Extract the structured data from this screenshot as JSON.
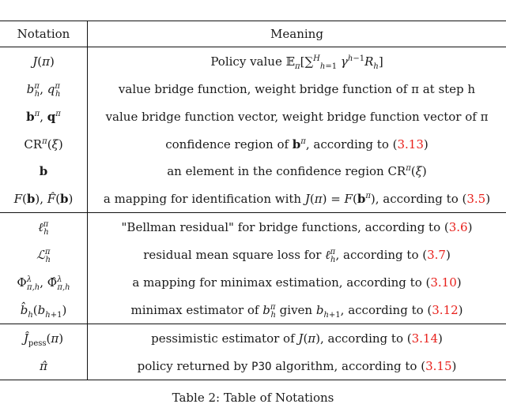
{
  "figure_caption_top": "",
  "table": {
    "headers": {
      "notation": "Notation",
      "meaning": "Meaning"
    },
    "rows": [
      {
        "notation": "J(π)",
        "meaning_pre": "Policy value 𝔼",
        "meaning_sub": "π",
        "meaning_post": "[∑",
        "meaning_extra": "γ^{h−1}R_h]",
        "ref": ""
      },
      {
        "notation": "b_h^π, q_h^π",
        "meaning_pre": "value bridge function, weight bridge function of π at step h",
        "ref": ""
      },
      {
        "notation": "b^π, q^π",
        "meaning_pre": "value bridge function vector, weight bridge function vector of π",
        "ref": ""
      },
      {
        "notation": "CR^π(ξ)",
        "meaning_pre": "confidence region of b^π, according to (",
        "ref": "3.13",
        "meaning_post": ")"
      },
      {
        "notation": "b",
        "meaning_pre": "an element in the confidence region CR^π(ξ)",
        "ref": ""
      },
      {
        "notation": "F(b), F̂(b)",
        "meaning_pre": "a mapping for identification with J(π) = F(b^π), according to (",
        "ref": "3.5",
        "meaning_post": ")"
      },
      {
        "notation": "ℓ_h^π",
        "meaning_pre": "\"Bellman residual\" for bridge functions, according to (",
        "ref": "3.6",
        "meaning_post": ")"
      },
      {
        "notation": "ℒ_h^π",
        "meaning_pre": "residual mean square loss for ℓ_h^π, according to (",
        "ref": "3.7",
        "meaning_post": ")"
      },
      {
        "notation": "Φ^λ_{π,h}, Φ̂^λ_{π,h}",
        "meaning_pre": "a mapping for minimax estimation, according to (",
        "ref": "3.10",
        "meaning_post": ")"
      },
      {
        "notation": "b̂_h(b_{h+1})",
        "meaning_pre": "minimax estimator of b_h^π given b_{h+1}, according to (",
        "ref": "3.12",
        "meaning_post": ")"
      },
      {
        "notation": "Ĵ_pess(π)",
        "meaning_pre": "pessimistic estimator of J(π), according to (",
        "ref": "3.14",
        "meaning_post": ")"
      },
      {
        "notation": "π̂",
        "meaning_pre": "policy returned by P3O algorithm, according to (",
        "ref": "3.15",
        "meaning_post": ")"
      }
    ],
    "caption": "Table 2: Table of Notations"
  },
  "colors": {
    "reference_link": "#e8211c",
    "rules": "#111111"
  }
}
